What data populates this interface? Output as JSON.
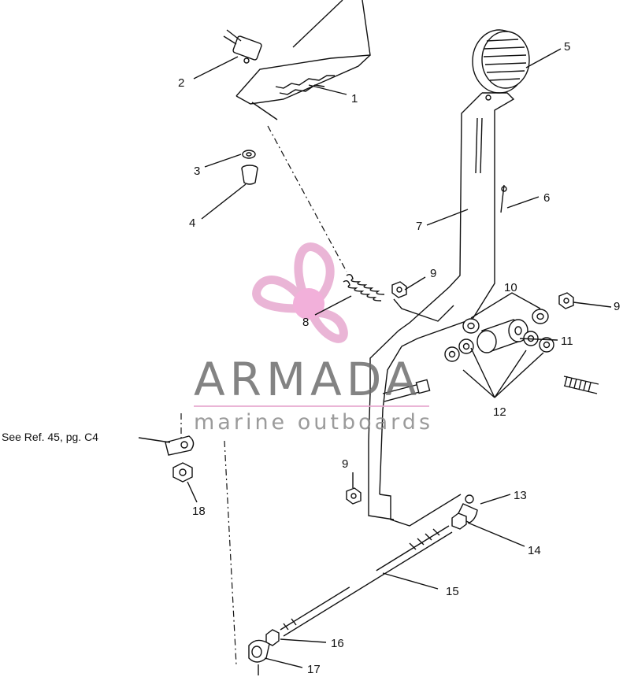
{
  "callouts": {
    "c1": "1",
    "c2": "2",
    "c3": "3",
    "c4": "4",
    "c5": "5",
    "c6": "6",
    "c7": "7",
    "c8": "8",
    "c9a": "9",
    "c9b": "9",
    "c9c": "9",
    "c10": "10",
    "c11": "11",
    "c12": "12",
    "c13": "13",
    "c14": "14",
    "c15": "15",
    "c16": "16",
    "c17": "17",
    "c18": "18"
  },
  "reference_note": "See Ref. 45, pg. C4",
  "watermark": {
    "title": "ARMADA",
    "subtitle": "marine outboards",
    "colors": {
      "logo_pink": "#e7a9cf",
      "logo_center": "#f0a3d4",
      "text_gray": "#6e6e6e"
    }
  }
}
